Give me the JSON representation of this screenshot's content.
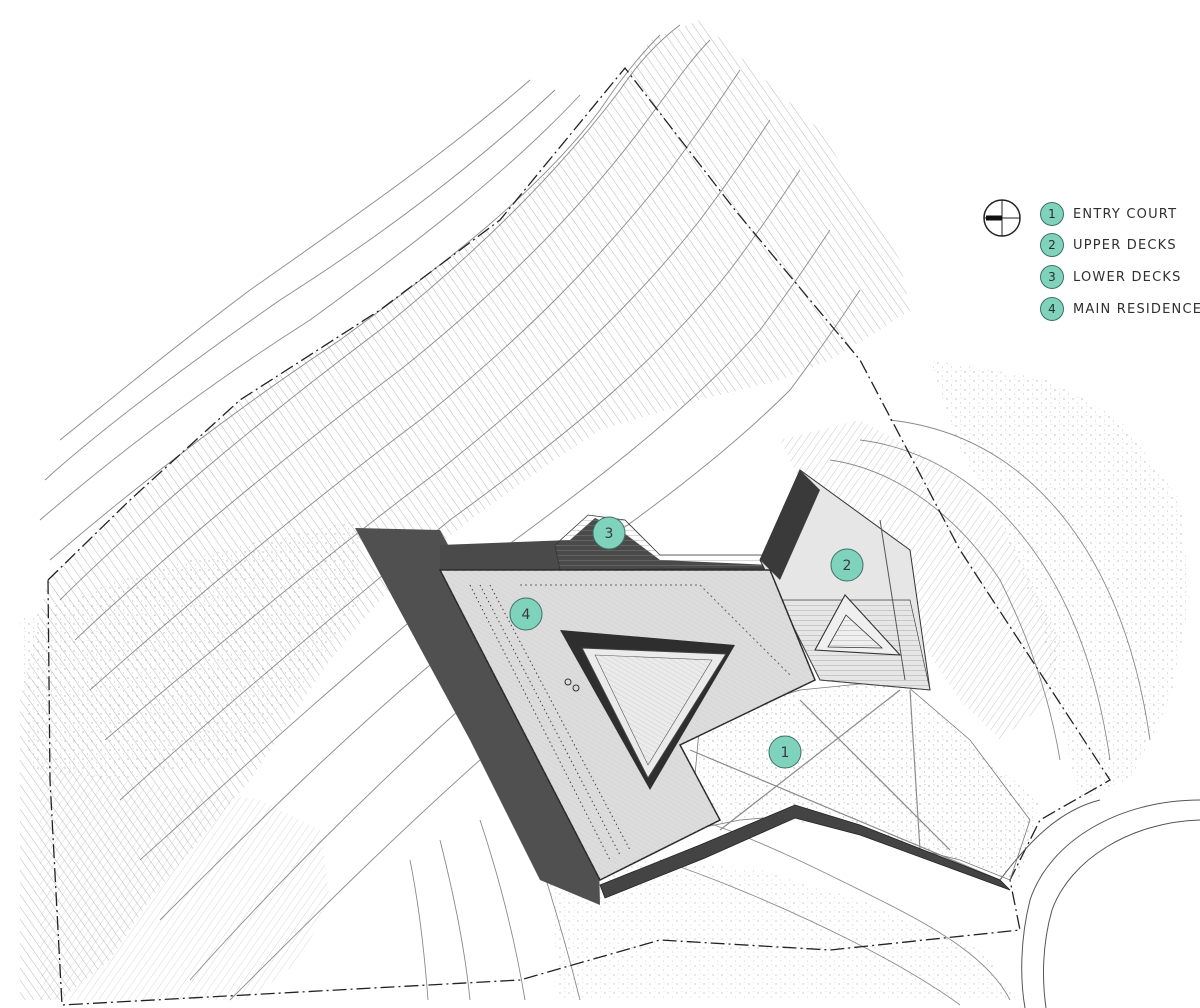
{
  "legend": {
    "north_icon": "north-arrow-icon",
    "items": [
      {
        "number": "1",
        "label": "ENTRY COURT"
      },
      {
        "number": "2",
        "label": "UPPER DECKS"
      },
      {
        "number": "3",
        "label": "LOWER DECKS"
      },
      {
        "number": "4",
        "label": "MAIN RESIDENCE"
      }
    ]
  },
  "markers": [
    {
      "number": "1",
      "label": "ENTRY COURT"
    },
    {
      "number": "2",
      "label": "UPPER DECKS"
    },
    {
      "number": "3",
      "label": "LOWER DECKS"
    },
    {
      "number": "4",
      "label": "MAIN RESIDENCE"
    }
  ],
  "colors": {
    "marker_fill": "#7fd3bd",
    "marker_stroke": "#3f6f63",
    "roof": "#d9d9d9",
    "shadow": "#555555",
    "contour": "#8a8a8a",
    "boundary": "#222222"
  }
}
